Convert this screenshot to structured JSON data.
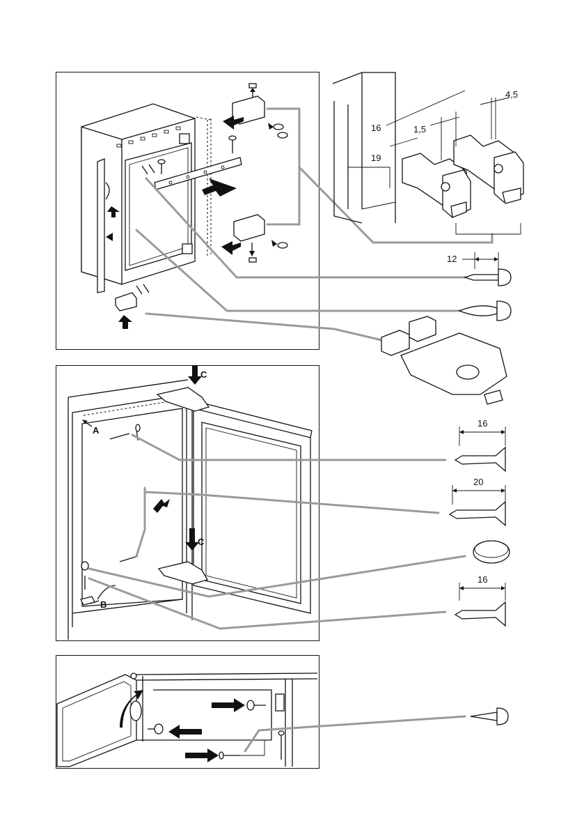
{
  "panel1": {
    "dimensions": {
      "d16": "16",
      "d19": "19",
      "d1_5": "1,5",
      "d4_5": "4,5",
      "d12": "12"
    }
  },
  "panel2": {
    "labels": {
      "a": "A",
      "b": "B",
      "c_top": "C",
      "c_bottom": "C"
    },
    "dimensions": {
      "screw1": "16",
      "screw2": "20",
      "screw3": "16"
    }
  },
  "icons": [
    "screw-icon",
    "arrow-icon",
    "hinge-icon",
    "bracket-icon",
    "cap-icon",
    "expansion-plug-icon",
    "nail-icon"
  ]
}
